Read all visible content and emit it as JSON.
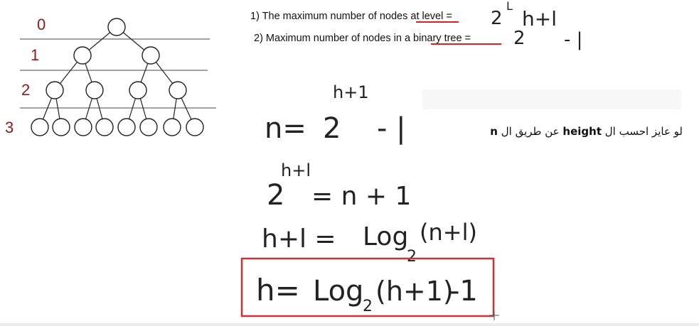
{
  "tree": {
    "level_labels": [
      "0",
      "1",
      "2",
      "3"
    ]
  },
  "statements": {
    "s1_prefix": "1) The maximum number of nodes ",
    "s1_underlined": "at level",
    "s1_suffix": " =",
    "s2_prefix": "2) Maximum number of nodes in ",
    "s2_underlined": "a binary tree",
    "s2_suffix": " ="
  },
  "handwriting": {
    "s1_base": "2",
    "s1_exp": "L",
    "s1_extra": "h+l",
    "s2_base": "2",
    "s2_tail": "-  |",
    "eq1_lhs": "n=",
    "eq1_base": "2",
    "eq1_exp": "h+1",
    "eq1_tail": "- |",
    "eq2_exp": "h+l",
    "eq2_base": "2",
    "eq2_rhs": "= n + 1",
    "eq3_lhs": "h+l  =",
    "eq3_log": "Log",
    "eq3_sub": "2",
    "eq3_arg": "(n+l)",
    "eq4_lhs": "h=",
    "eq4_log": "Log",
    "eq4_sub": "2",
    "eq4_arg": "(h+1)",
    "eq4_tail": "-1"
  },
  "arabic_note": {
    "part1": "لو عايز احسب ال",
    "bold1": "height",
    "part2": "عن طريق ال",
    "bold2": "n"
  },
  "colors": {
    "underline": "#e02020",
    "box": "#cc3333",
    "level_label": "#8b1a1a"
  }
}
